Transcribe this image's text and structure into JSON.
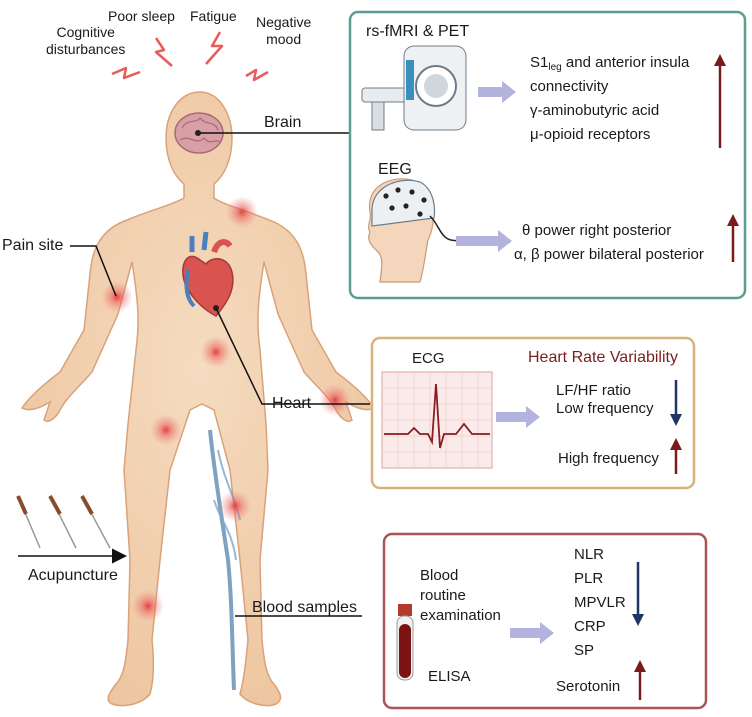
{
  "symptoms": {
    "cognitive": "Cognitive\ndisturbances",
    "sleep": "Poor sleep",
    "fatigue": "Fatigue",
    "mood": "Negative\nmood"
  },
  "labels": {
    "brain": "Brain",
    "pain_site": "Pain site",
    "heart": "Heart",
    "acupuncture": "Acupuncture",
    "blood_samples": "Blood samples"
  },
  "brain_panel": {
    "fmri_title": "rs-fMRI & PET",
    "fmri_s1_main": "S1",
    "fmri_s1_sub": "leg",
    "fmri_s1_rest": " and anterior insula",
    "fmri_items": [
      "connectivity",
      "γ-aminobutyric acid",
      "μ-opioid receptors"
    ],
    "eeg_title": "EEG",
    "eeg_items": [
      "θ power right posterior",
      "α, β power bilateral posterior"
    ]
  },
  "heart_panel": {
    "ecg_title": "ECG",
    "hrv_title": "Heart Rate Variability",
    "down_items": [
      "LF/HF ratio",
      "Low frequency"
    ],
    "up_items": [
      "High frequency"
    ]
  },
  "blood_panel": {
    "routine": "Blood\nroutine\nexamination",
    "elisa": "ELISA",
    "down_items": [
      "NLR",
      "PLR",
      "MPVLR",
      "CRP",
      "SP"
    ],
    "up_items": [
      "Serotonin"
    ]
  },
  "colors": {
    "skin": "#f2d1b1",
    "brain_box": "#5a9e91",
    "heart_box": "#d9b47a",
    "blood_box": "#a85555",
    "arrow_up": "#7a1b1b",
    "arrow_down": "#1f3566",
    "pain_glow": "#e23b3b",
    "lightning": "#e85c5c",
    "arrow_light": "#b3b3de"
  }
}
